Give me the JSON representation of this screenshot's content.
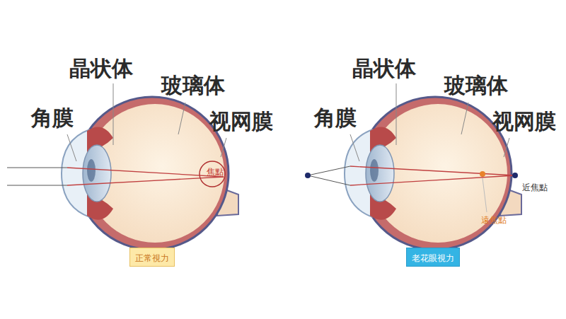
{
  "diagram": {
    "nodes": [
      {
        "text": [
          "正常視力"
        ]
      },
      {
        "text": [
          "老花眼視力"
        ]
      }
    ],
    "labels": [
      "晶状体",
      "玻璃体",
      "角膜",
      "视网膜",
      "焦點",
      "晶状体",
      "玻璃体",
      "角膜",
      "视网膜",
      "近焦點",
      "遠焦點"
    ]
  }
}
